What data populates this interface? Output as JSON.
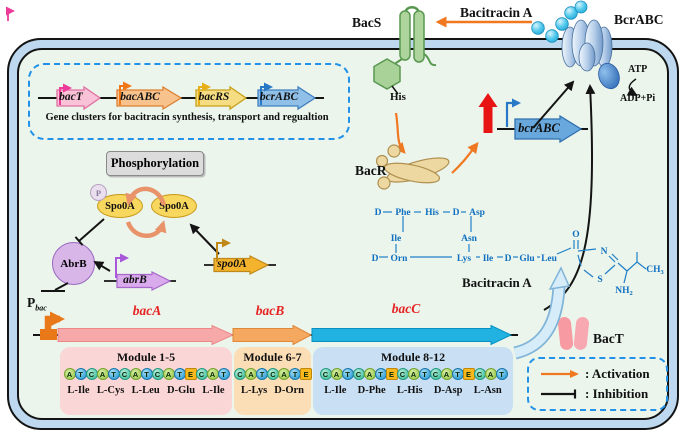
{
  "top": {
    "bacs_label": "BacS",
    "bacitracin_label": "Bacitracin A",
    "bcrabc_complex_label": "BcrABC",
    "atp_label": "ATP",
    "adp_label": "ADP+Pi",
    "his_label": "His"
  },
  "gene_cluster": {
    "caption": "Gene clusters for bacitracin synthesis, transport and regualtion",
    "genes": [
      {
        "label": "bacT",
        "fill": "#f9c2d6"
      },
      {
        "label": "bacABC",
        "fill": "#f8c28c"
      },
      {
        "label": "bacRS",
        "fill": "#f6dd84"
      },
      {
        "label": "bcrABC",
        "fill": "#90c0e8"
      }
    ]
  },
  "regulation": {
    "phosphorylation_label": "Phosphorylation",
    "phosphate_label": "P",
    "spo0a_label": "Spo0A",
    "abrb_protein_label": "AbrB",
    "abrb_gene_label": "abrB",
    "spo0a_gene_label": "spo0A",
    "bacr_label": "BacR",
    "bcrabc_gene_label": "bcrABC"
  },
  "operon": {
    "promoter_main": "P",
    "promoter_sub": "bac",
    "gene_labels": [
      "bacA",
      "bacB",
      "bacC"
    ]
  },
  "modules": [
    {
      "title": "Module 1-5",
      "domains": [
        "A",
        "T",
        "C",
        "A",
        "T",
        "C",
        "A",
        "T",
        "C",
        "A",
        "T",
        "E",
        "C",
        "A",
        "T"
      ],
      "acids": [
        "L-Ile",
        "L-Cys",
        "L-Leu",
        "D-Glu",
        "L-Ile"
      ]
    },
    {
      "title": "Module 6-7",
      "domains": [
        "C",
        "A",
        "T",
        "C",
        "A",
        "T",
        "E"
      ],
      "acids": [
        "L-Lys",
        "D-Orn"
      ]
    },
    {
      "title": "Module 8-12",
      "domains": [
        "C",
        "A",
        "T",
        "C",
        "A",
        "T",
        "E",
        "C",
        "A",
        "T",
        "C",
        "A",
        "T",
        "E",
        "C",
        "A",
        "T"
      ],
      "acids": [
        "L-Ile",
        "D-Phe",
        "L-His",
        "D-Asp",
        "L-Asn"
      ]
    }
  ],
  "structure": {
    "label": "Bacitracin A",
    "top": [
      "D",
      "Phe",
      "His",
      "D",
      "Asp"
    ],
    "mid_left": "Ile",
    "mid_right": "Asn",
    "bottom": [
      "D",
      "Orn",
      "Lys",
      "Ile",
      "D",
      "Glu",
      "Leu"
    ],
    "o": "O",
    "n": "N",
    "s": "S",
    "ch": "CH",
    "ch_sub": "3",
    "nh": "NH",
    "nh_sub": "2"
  },
  "bact_label": "BacT",
  "legend": {
    "activation_label": ": Activation",
    "inhibition_label": ": Inhibition"
  },
  "colors": {
    "activation_arrow": "#f07820",
    "inhibition_line": "#141414",
    "membrane": "#bed8ef",
    "cytoplasm": "#ebf5ec",
    "upregulation_arrow": "#e81414",
    "bacitracin_sphere": "#4cc4e8",
    "dashed_boxes": "#2192e8",
    "domain_A": "#a8d05c",
    "domain_T": "#40a8da",
    "domain_C": "#56c8a8",
    "domain_E": "#f8b81c"
  }
}
